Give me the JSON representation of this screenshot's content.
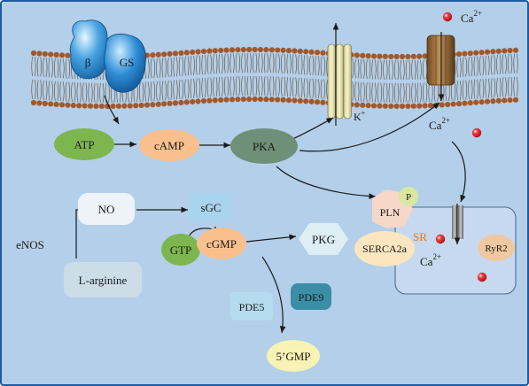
{
  "receptor": {
    "beta": "β",
    "gs": "GS"
  },
  "channel": {
    "k_main": "K",
    "k_sup": "+"
  },
  "calcium": {
    "main": "Ca",
    "sup": "2+",
    "top_main": "Ca",
    "top_sup": "2+",
    "sr_main": "Ca",
    "sr_sup": "2+"
  },
  "nodes": {
    "atp": "ATP",
    "camp": "cAMP",
    "pka": "PKA",
    "no": "NO",
    "sgc": "sGC",
    "gtp": "GTP",
    "cgmp": "cGMP",
    "pkg": "PKG",
    "enos": "eNOS",
    "larginine": "L-arginine",
    "pde5": "PDE5",
    "pde9": "PDE9",
    "gmp": "5’GMP",
    "pln": "PLN",
    "p": "P",
    "serca": "SERCA2a",
    "sr": "SR",
    "ryr2": "RyR2"
  },
  "colors": {
    "background": "#b4cfe9",
    "border": "#1f5aa0",
    "membrane_head": "#a3582a",
    "green_node": "#7db64e",
    "peach_node": "#f9c08e",
    "pka_node": "#6f8f78",
    "pde9": "#3a8ea6",
    "gmp": "#f8f2b4",
    "sr_box": "#c6d9ee",
    "calcium_ion": "#d8121c"
  }
}
